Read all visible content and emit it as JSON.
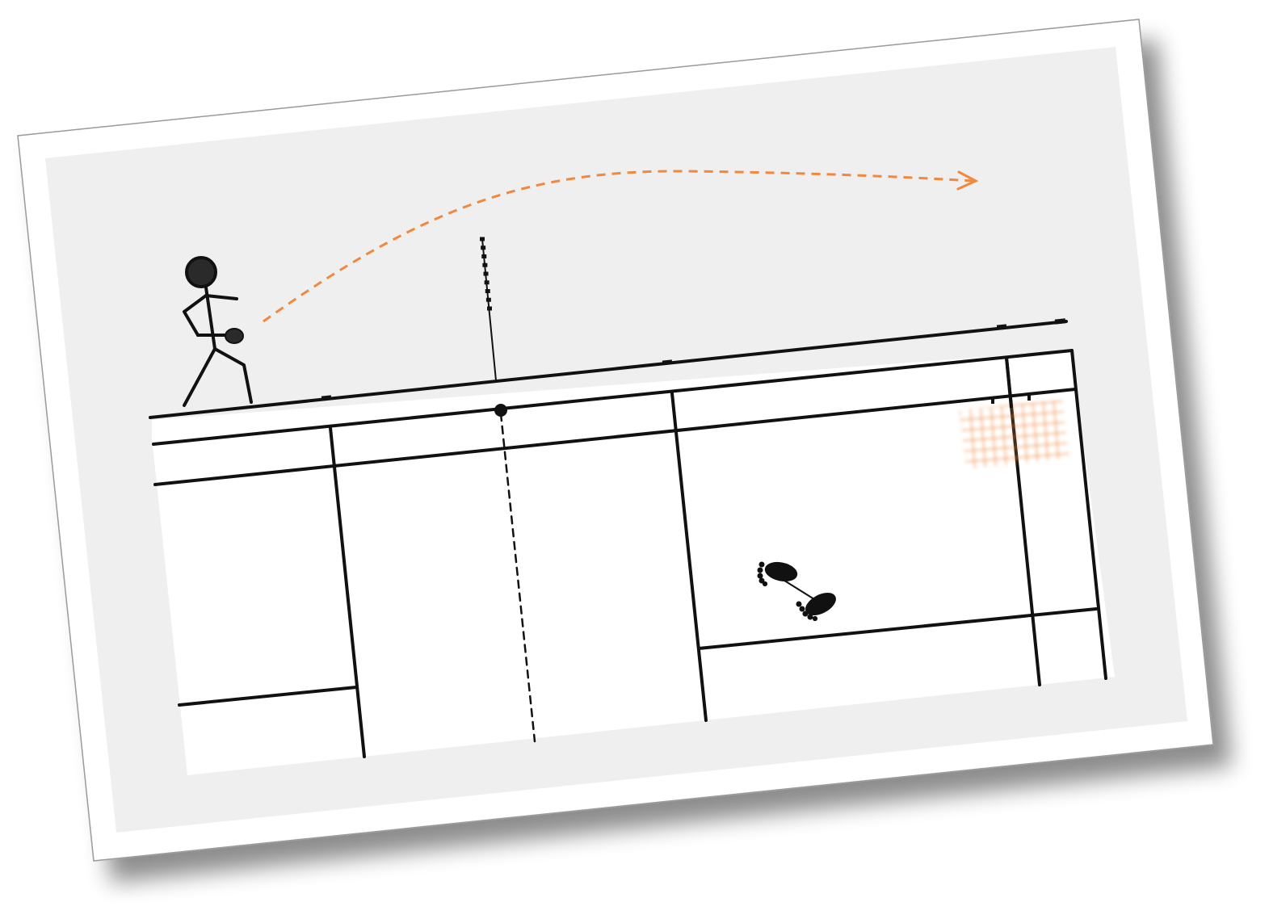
{
  "diagram": {
    "colors": {
      "card_background": "#ffffff",
      "scene_background": "#efefef",
      "court_surface": "#ffffff",
      "court_lines": "#111111",
      "trajectory": "#f0883e",
      "target_zone": "#f0883e",
      "player": "#111111"
    },
    "elements": {
      "player": "stick-figure-player-serving",
      "net": "net-post",
      "shuttle_trajectory": "dashed-arrow",
      "target_zone": "hatched-target-area",
      "footprints": "footprints-icon"
    }
  }
}
